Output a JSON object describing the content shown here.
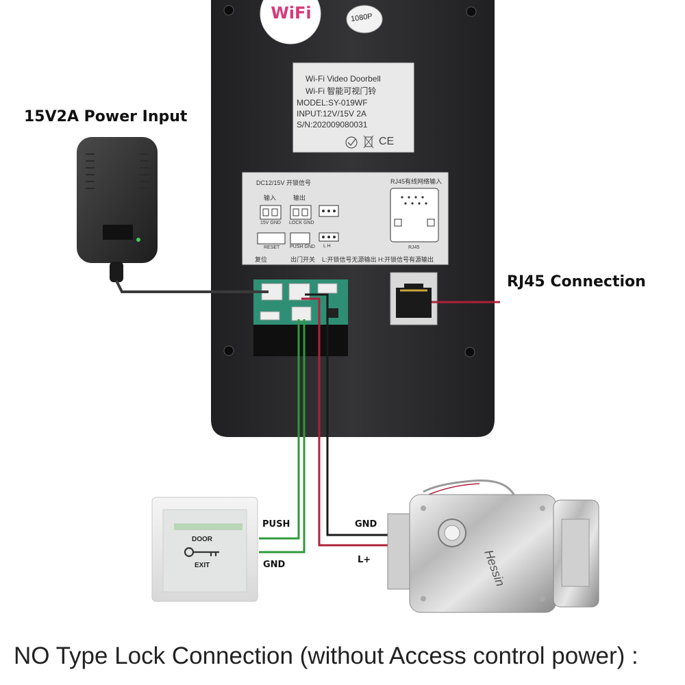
{
  "labels": {
    "power_input": "15V2A Power Input",
    "rj45_connection": "RJ45 Connection",
    "push": "PUSH",
    "gnd_exit": "GND",
    "gnd_lock": "GND",
    "l_plus": "L+",
    "caption": "NO Type Lock Connection (without Access control power) :"
  },
  "device": {
    "wifi_logo": "WiFi",
    "resolution_badge": "1080P",
    "product_name": "Wi-Fi  Video Doorbell",
    "product_name_cn": "Wi-Fi 智能可视门铃",
    "model": "MODEL:SY-019WF",
    "input": "INPUT:12V/15V  2A",
    "serial": "S/N:202009080031",
    "cert_ce": "CE"
  },
  "wiring_sticker": {
    "power_title": "DC12/15V  开锁信号",
    "rj45_title": "RJ45有线网络输入",
    "in_label": "输入",
    "out_label": "输出",
    "t1_labels": "15V GND",
    "t2_labels": "LOCK GND",
    "t3_labels": "L H",
    "t4_labels": "PUSH GND",
    "reset_label": "RESET",
    "rj45_small": "RJ45",
    "bottom_reset": "复位",
    "bottom_exit": "出门开关",
    "bottom_note": "L:开锁信号无源输出 H:开锁信号有源输出"
  },
  "exit_button": {
    "line1": "DOOR",
    "line2": "EXIT"
  },
  "lock": {
    "brand": "Hessin"
  },
  "colors": {
    "wire_black": "#1a1a1a",
    "wire_red": "#b0203a",
    "wire_green": "#2e9a3a",
    "panel": "#2b2b2d"
  }
}
